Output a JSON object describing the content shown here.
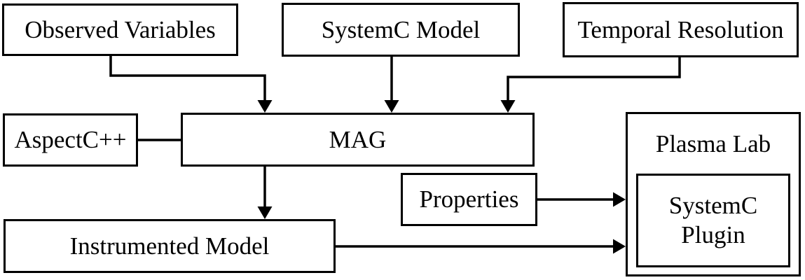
{
  "nodes": {
    "observed_variables": {
      "label": "Observed Variables"
    },
    "systemc_model": {
      "label": "SystemC Model"
    },
    "temporal_resolution": {
      "label": "Temporal Resolution"
    },
    "aspectcpp": {
      "label": "AspectC++"
    },
    "mag": {
      "label": "MAG"
    },
    "properties": {
      "label": "Properties"
    },
    "instrumented_model": {
      "label": "Instrumented Model"
    },
    "plasma_lab": {
      "label": "Plasma Lab"
    },
    "systemc_plugin": {
      "label": "SystemC\nPlugin"
    }
  },
  "edges": [
    {
      "from": "Observed Variables",
      "to": "MAG",
      "style": "arrow"
    },
    {
      "from": "SystemC Model",
      "to": "MAG",
      "style": "arrow"
    },
    {
      "from": "Temporal Resolution",
      "to": "MAG",
      "style": "arrow"
    },
    {
      "from": "AspectC++",
      "to": "MAG",
      "style": "plain-line"
    },
    {
      "from": "MAG",
      "to": "Instrumented Model",
      "style": "arrow"
    },
    {
      "from": "Properties",
      "to": "Plasma Lab",
      "style": "arrow"
    },
    {
      "from": "Instrumented Model",
      "to": "Plasma Lab",
      "style": "arrow"
    }
  ],
  "containment": [
    {
      "parent": "Plasma Lab",
      "child": "SystemC Plugin"
    }
  ],
  "colors": {
    "line": "#000000",
    "text": "#000000",
    "box_background": "#ffffff",
    "page_background": "#ffffff"
  }
}
